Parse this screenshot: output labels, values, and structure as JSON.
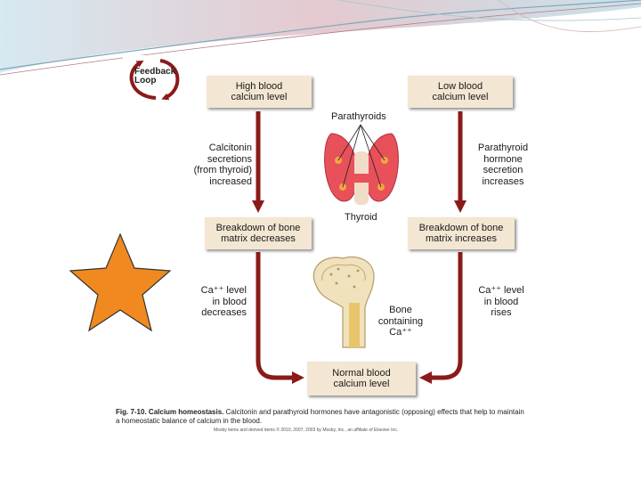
{
  "diagram": {
    "feedback_label": "Feedback\nLoop",
    "boxes": {
      "high_calcium": "High blood\ncalcium level",
      "low_calcium": "Low blood\ncalcium level",
      "breakdown_decreases": "Breakdown of bone\nmatrix decreases",
      "breakdown_increases": "Breakdown of bone\nmatrix increases",
      "normal_calcium": "Normal blood\ncalcium level"
    },
    "labels": {
      "parathyroids": "Parathyroids",
      "thyroid": "Thyroid",
      "calcitonin": "Calcitonin\nsecretions\n(from thyroid)\nincreased",
      "pth": "Parathyroid\nhormone\nsecretion\nincreases",
      "ca_decreases": "Ca⁺⁺ level\nin blood\ndecreases",
      "ca_rises": "Ca⁺⁺ level\nin blood\nrises",
      "bone": "Bone\ncontaining\nCa⁺⁺"
    },
    "caption_fig": "Fig. 7-10.",
    "caption_title": "Calcium homeostasis.",
    "caption_text": "Calcitonin and parathyroid hormones have antagonistic (opposing) effects that help to maintain a homeostatic balance of calcium in the blood.",
    "copyright": "Mosby items and derived items © 2010, 2007, 2003 by Mosby, Inc., an affiliate of Elsevier Inc."
  },
  "colors": {
    "arrow": "#8b1a1a",
    "box_fill": "#f3e7d3",
    "star": "#f08a20",
    "gland": "#e8505a"
  }
}
